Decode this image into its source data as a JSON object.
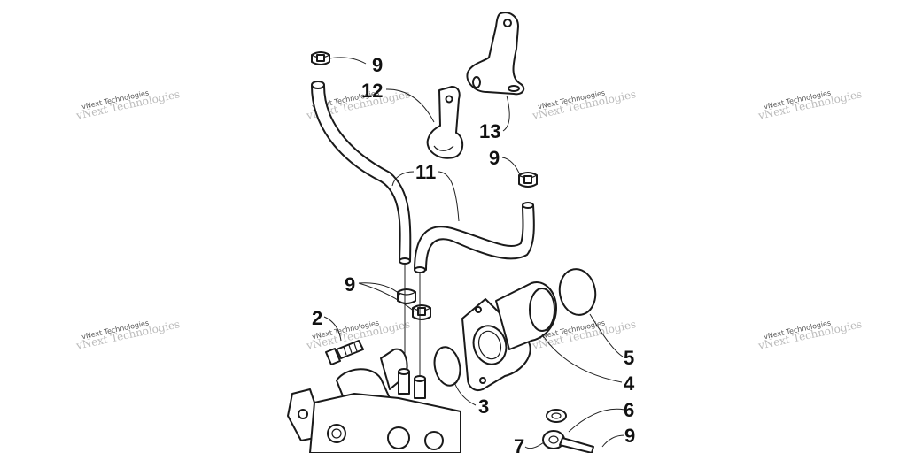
{
  "watermark": {
    "line1": "vNext Technologies",
    "line2": "vNext Technologies"
  },
  "callouts": {
    "c9a": "9",
    "c12": "12",
    "c13": "13",
    "c9b": "9",
    "c11": "11",
    "c9c": "9",
    "c2": "2",
    "c5": "5",
    "c4": "4",
    "c3": "3",
    "c6": "6",
    "c7": "7",
    "c9d": "9"
  },
  "colors": {
    "line": "#1a1a1a",
    "background": "#ffffff",
    "watermark": "#bbbbbb"
  }
}
